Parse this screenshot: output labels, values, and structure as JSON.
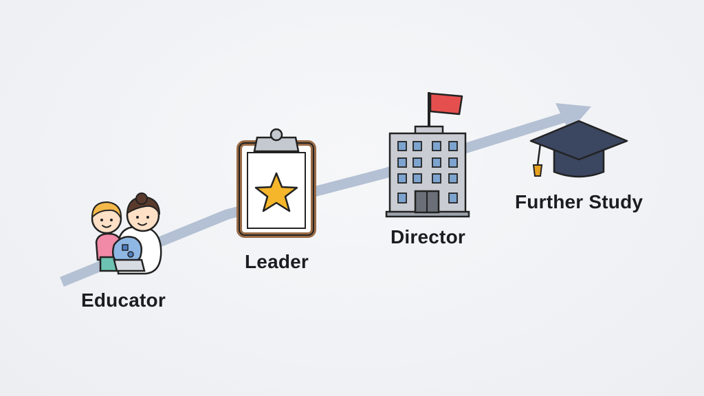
{
  "stages": [
    {
      "id": "educator",
      "label": "Educator",
      "icon": "educator-children-icon"
    },
    {
      "id": "leader",
      "label": "Leader",
      "icon": "clipboard-star-icon"
    },
    {
      "id": "director",
      "label": "Director",
      "icon": "building-flag-icon"
    },
    {
      "id": "further_study",
      "label": "Further Study",
      "icon": "graduation-cap-icon"
    }
  ],
  "colors": {
    "arrow": "#b4c0d3",
    "flag": "#e5504f",
    "star": "#f5b62b",
    "clipboard_frame": "#9a6b45",
    "building": "#c9ccd2",
    "window": "#7da4cf",
    "cap": "#3b4660",
    "tassel": "#e6a21f"
  }
}
